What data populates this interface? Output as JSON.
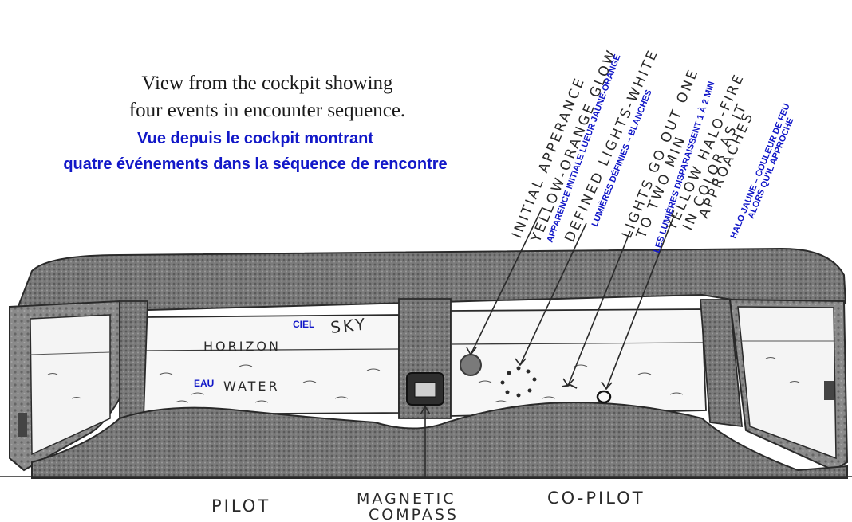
{
  "title": {
    "en_line1": "View from the cockpit showing",
    "en_line2": "four events in encounter sequence.",
    "fr_line1": "Vue depuis le cockpit montrant",
    "fr_line2": "quatre événements dans la séquence de rencontre"
  },
  "scene": {
    "sky": "SKY",
    "sky_fr": "CIEL",
    "horizon": "HORIZON",
    "water": "WATER",
    "water_fr": "EAU",
    "pilot": "PILOT",
    "copilot": "CO-PILOT",
    "compass_line1": "MAGNETIC",
    "compass_line2": "COMPASS"
  },
  "annotations": {
    "a1_line1": "INITIAL APPERANCE",
    "a1_line2": "YELLOW-ORANGE GLOW",
    "a1_fr": "APPARENCE INITIALE LUEUR JAUNE-ORANGE",
    "a2_line1": "DEFINED LIGHTS-WHITE",
    "a2_fr": "LUMIÈRES DÉFINIES – BLANCHES",
    "a3_line1": "LIGHTS GO OUT ONE",
    "a3_line2": "TO TWO MIN",
    "a3_fr": "LES LUMIÈRES DISPARAISSENT 1 À 2 MIN",
    "a4_line1": "YELLOW HALO-FIRE",
    "a4_line2": "IN COLOR AS IT",
    "a4_line3": "APPROACHES",
    "a4_fr1": "HALO JAUNE – COULEUR DE FEU",
    "a4_fr2": "ALORS QU'IL APPROCHE"
  },
  "colors": {
    "ink": "#2a2a2a",
    "french_text": "#1218c8",
    "frame": "#6f6f6f"
  }
}
